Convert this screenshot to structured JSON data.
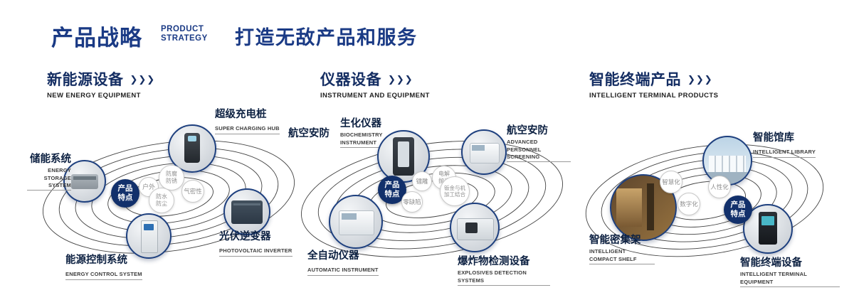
{
  "header": {
    "title_cn": "产品战略",
    "title_en_line1": "PRODUCT",
    "title_en_line2": "STRATEGY",
    "slogan": "打造无敌产品和服务"
  },
  "icons": {
    "section_chevrons": "❯❯❯"
  },
  "colors": {
    "accent_navy": "#1a3a85",
    "badge_navy": "#12306b",
    "orbit_line": "#2e2e2e"
  },
  "sections": [
    {
      "title_cn": "新能源设备",
      "title_en": "NEW ENERGY EQUIPMENT",
      "badge_line1": "产品",
      "badge_line2": "特点",
      "features": [
        "防腐防锈",
        "户外",
        "气密性",
        "防水防尘"
      ],
      "items": [
        {
          "cn": "超级充电桩",
          "en": "SUPER CHARGING HUB"
        },
        {
          "cn": "储能系统",
          "en": "ENERGY STORAGE SYSTEM"
        },
        {
          "cn": "光伏逆变器",
          "en": "PHOTOVOLTAIC INVERTER"
        },
        {
          "cn": "能源控制系统",
          "en": "ENERGY CONTROL SYSTEM"
        }
      ]
    },
    {
      "title_cn": "仪器设备",
      "title_en": "INSTRUMENT AND EQUIPMENT",
      "badge_line1": "产品",
      "badge_line2": "特点",
      "features": [
        "镭雕",
        "电解抛光",
        "零缺陷",
        "钣金与机加工结合"
      ],
      "items": [
        {
          "cn": "航空安防",
          "en": ""
        },
        {
          "cn": "生化仪器",
          "en": "BIOCHEMISTRY INSTRUMENT"
        },
        {
          "cn": "航空安防",
          "en": "ADVANCED PERSONNEL SCREENING"
        },
        {
          "cn": "全自动仪器",
          "en": "AUTOMATIC INSTRUMENT"
        },
        {
          "cn": "爆炸物检测设备",
          "en": "EXPLOSIVES DETECTION SYSTEMS"
        }
      ]
    },
    {
      "title_cn": "智能终端产品",
      "title_en": "INTELLIGENT TERMINAL PRODUCTS",
      "badge_line1": "产品",
      "badge_line2": "特点",
      "features": [
        "智慧化",
        "人性化",
        "数字化"
      ],
      "items": [
        {
          "cn": "智能馆库",
          "en": "INTELLIGENT LIBRARY"
        },
        {
          "cn": "智能密集架",
          "en": "INTELLIGENT COMPACT SHELF"
        },
        {
          "cn": "智能终端设备",
          "en": "INTELLIGENT TERMINAL EQUIPMENT"
        }
      ]
    }
  ]
}
